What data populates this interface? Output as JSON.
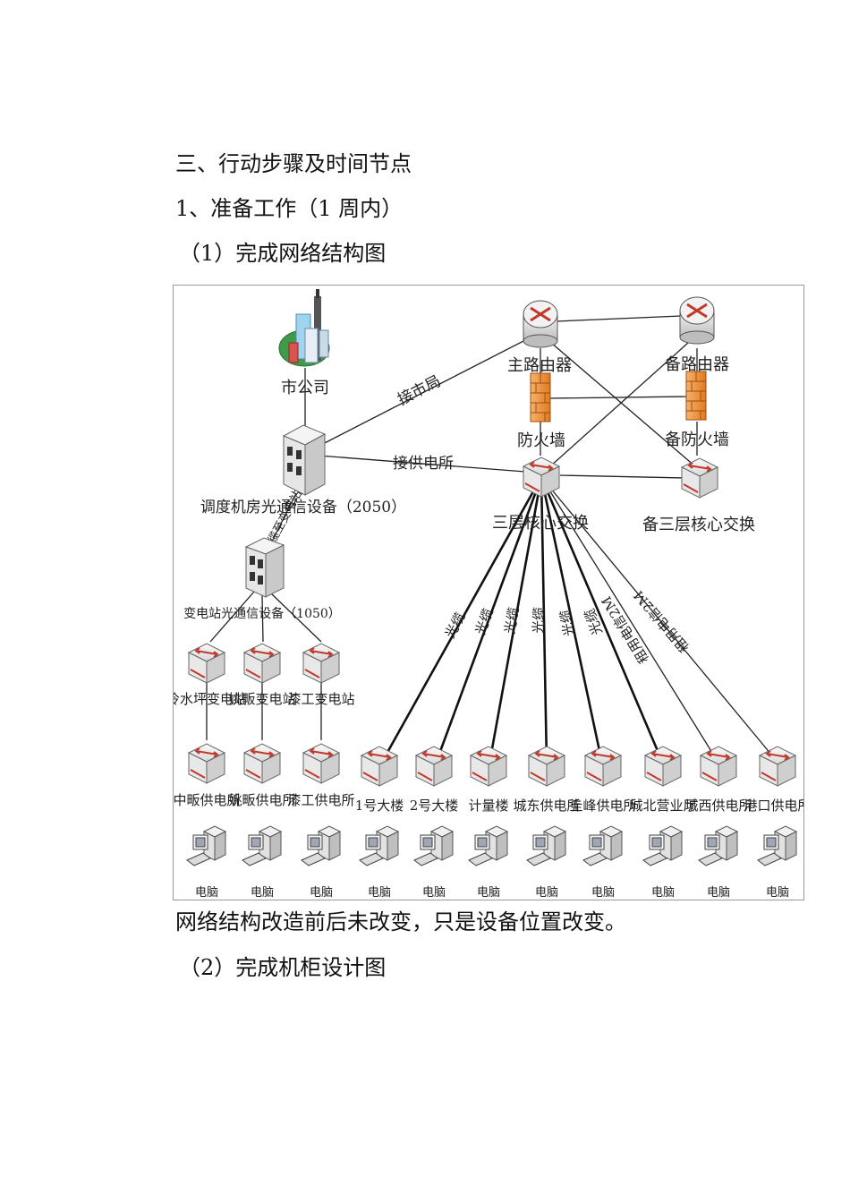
{
  "doc": {
    "heading_section": "三、行动步骤及时间节点",
    "heading_sub": "1、准备工作（1 周内）",
    "item1": "（1）完成网络结构图",
    "note": "网络结构改造前后未改变，只是设备位置改变。",
    "item2": "（2）完成机柜设计图"
  },
  "diagram": {
    "nodes": {
      "city_company": "市公司",
      "main_router": "主路由器",
      "backup_router": "备路由器",
      "firewall": "防火墙",
      "backup_firewall": "备防火墙",
      "dispatch_optical": "调度机房光通信设备（2050）",
      "core_switch": "三层核心交换",
      "backup_core_switch": "备三层核心交换",
      "substation_optical": "变电站光通信设备（1050）",
      "sub_switches": [
        "冷水坪变电站",
        "姚畈变电站",
        "漆工变电站"
      ],
      "left_sites": [
        "中畈供电所",
        "姚畈供电所",
        "漆工供电所"
      ],
      "right_sites": [
        "1号大楼",
        "2号大楼",
        "计量楼",
        "城东供电所",
        "圭峰供电所",
        "城北营业厅",
        "城西供电所",
        "港口供电所"
      ],
      "pc": "电脑"
    },
    "links": {
      "to_city_bureau": "接市局",
      "to_supply_station": "接供电所",
      "optical_substation": "光缆至变电站",
      "fiber": [
        "光缆",
        "光缆",
        "光缆",
        "光缆",
        "光缆",
        "光缆"
      ],
      "leased_2m": [
        "租用电信2M",
        "租用电信2M"
      ]
    },
    "icons": [
      "building-icon",
      "router-icon",
      "firewall-icon",
      "server-icon",
      "switch-icon",
      "computer-icon"
    ]
  }
}
